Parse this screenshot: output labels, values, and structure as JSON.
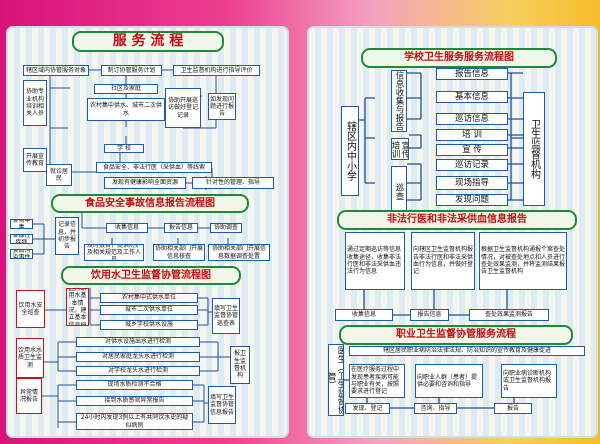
{
  "left": {
    "s1": {
      "title": "服 务 流 程",
      "top": [
        "辖区域内协管服务对象",
        "制订协管服务计划",
        "卫生监督机构进行指导评价"
      ],
      "left_a": "协助专业机构培训相关人员",
      "left_b": "开展宣传教育",
      "left_c": "就诊居民",
      "mid": [
        "社区及家庭",
        "农村集中供水、城市二次供水",
        "学 校"
      ],
      "mid_bottom": [
        "食品安全、非法行医（采供血）等线索",
        "发现有健康影响全面资源"
      ],
      "right_a": "协助开展巡访做好登记记录",
      "right_b": "如发现问题进行报告",
      "right_c": "针对性的管理、指导"
    },
    "s2": {
      "title": "食品安全事故信息报告流程图",
      "left": [
        "食物中毒",
        "食源性疾病",
        "食品污染事件"
      ],
      "side": "记录信息，并初步报告",
      "mid": [
        "收集信息",
        "及时报告，提供防护及相关规范及工作人员"
      ],
      "c": "报告信息",
      "c2": "协助相关部门开展信息核查",
      "r": "协助调查",
      "r2": "协助相关部门开展信息数据调查处置"
    },
    "s3": {
      "title": "饮用水卫生监督协管流程图",
      "g1_side": "饮用水安全巡查",
      "g1_mid": "掌握辖区内饮用水基本情况，建立基本信息档案",
      "g1_items": [
        "农村集中式供水单位",
        "城市二次供水单位",
        "城乡学校供水设施"
      ],
      "g1_right": "填写卫生监督协管巡查表",
      "g2_side": "饮用水水质卫生监测",
      "g2_items": [
        "对供水设施出水进行检测",
        "对居民家庭龙头水进行检测",
        "对学校龙头水进行检测"
      ],
      "g2_right": "报卫生监督机构",
      "g3_side": "异常情况报告",
      "g3_items": [
        "现场水质检测不合格",
        "接到水质感官异常报告",
        "24小时内发现3例以上有共同饮水史的疑似病例"
      ],
      "g3_right": "填写卫生监督协管信息报告"
    }
  },
  "right": {
    "s1": {
      "title": "学校卫生服务服务流程图",
      "left": "辖区内中小学",
      "cats": [
        "信息收集与报告",
        "宣传培训",
        "巡查"
      ],
      "items": [
        "报告信息",
        "基本信息",
        "巡访信息",
        "培 训",
        "宣 传",
        "巡访记录",
        "现场指导",
        "发现问题"
      ],
      "right": "卫生监督机构"
    },
    "s2": {
      "title": "非法行医和非法采供血信息报告",
      "boxes": [
        "通过定期巡访等信息收集途径，收集非法行医和非法采供血违法行为信息",
        "向辖区卫生监督机构报告非法行医和非法采供血行为信息，并做好登记",
        "根据卫生监督机构通报个案查处情况，对被查处地点和人员进行查处效果监测，并将监测结果报告卫生监督机构"
      ],
      "bottom": [
        "收集信息",
        "报告信息",
        "查处效果监测报告"
      ]
    },
    "s3": {
      "title": "职业卫生监督协管服务流程",
      "left": "医生（卫生监督协管）",
      "top": "辖区居民职业病防治法律法规、防治知识的宣传教育及健康促进",
      "boxes": [
        "在医疗服务过程中发现患者疾病可能与职业有关，按照要求进行登记",
        "向职业人群（患者）提供必要和咨询和指导",
        "向职业病诊断机构或卫生监督机构报告"
      ],
      "bottom": [
        "发现、登记",
        "咨询、指导",
        "报告"
      ]
    }
  }
}
